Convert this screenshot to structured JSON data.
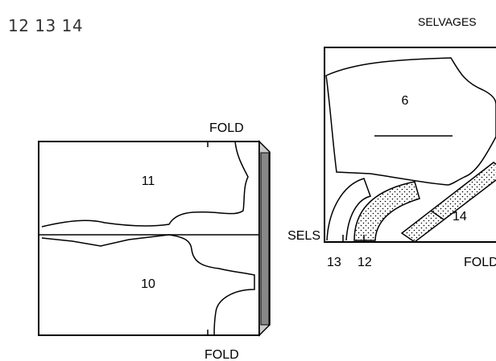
{
  "header": {
    "pieces_text": "12 13 14"
  },
  "labels": {
    "selvages": "SELVAGES",
    "fold_top_left": "FOLD",
    "fold_bottom_left": "FOLD",
    "fold_right": "FOLD",
    "sels": "SELS"
  },
  "pieces": {
    "p6": "6",
    "p10": "10",
    "p11": "11",
    "p12": "12",
    "p13": "13",
    "p14": "14"
  },
  "colors": {
    "outline": "#000000",
    "fold_bar": "#888888",
    "fold_bar_side": "#cccccc",
    "background": "#ffffff"
  }
}
